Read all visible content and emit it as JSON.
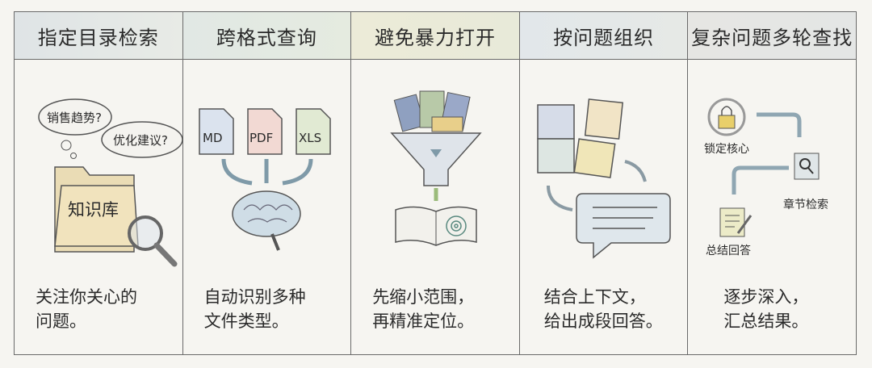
{
  "columns": [
    {
      "title": "指定目录检索",
      "header_color": "#dfe4e6",
      "illustration": {
        "bubbles": [
          "销售趋势?",
          "优化建议?"
        ],
        "folder_label": "知识库",
        "icons": [
          "thought-bubble-icon",
          "folder-icon",
          "magnifier-icon"
        ]
      },
      "caption": [
        "关注你关心的",
        "问题。"
      ]
    },
    {
      "title": "跨格式查询",
      "header_color": "#e1e8e4",
      "illustration": {
        "files": [
          "MD",
          "PDF",
          "XLS"
        ],
        "file_colors": [
          "#dbe3ee",
          "#f2d9d3",
          "#e1ead3"
        ],
        "icons": [
          "file-icon",
          "arrow-icon",
          "brain-icon"
        ]
      },
      "caption": [
        "自动识别多种",
        "文件类型。"
      ]
    },
    {
      "title": "避免暴力打开",
      "header_color": "#ecebd8",
      "illustration": {
        "icons": [
          "books-icon",
          "funnel-icon",
          "open-book-icon",
          "target-icon"
        ]
      },
      "caption": [
        "先缩小范围，",
        "再精准定位。"
      ]
    },
    {
      "title": "按问题组织",
      "header_color": "#e2e7ea",
      "illustration": {
        "icons": [
          "puzzle-icon",
          "arrow-icon",
          "speech-bubble-icon"
        ]
      },
      "caption": [
        "结合上下文，",
        "给出成段回答。"
      ]
    },
    {
      "title": "复杂问题多轮查找",
      "header_color": "#e6e6e3",
      "illustration": {
        "steps": [
          "锁定核心",
          "章节检索",
          "总结回答"
        ],
        "icons": [
          "lock-icon",
          "search-doc-icon",
          "document-pen-icon"
        ]
      },
      "caption": [
        "逐步深入，",
        "汇总结果。"
      ]
    }
  ]
}
